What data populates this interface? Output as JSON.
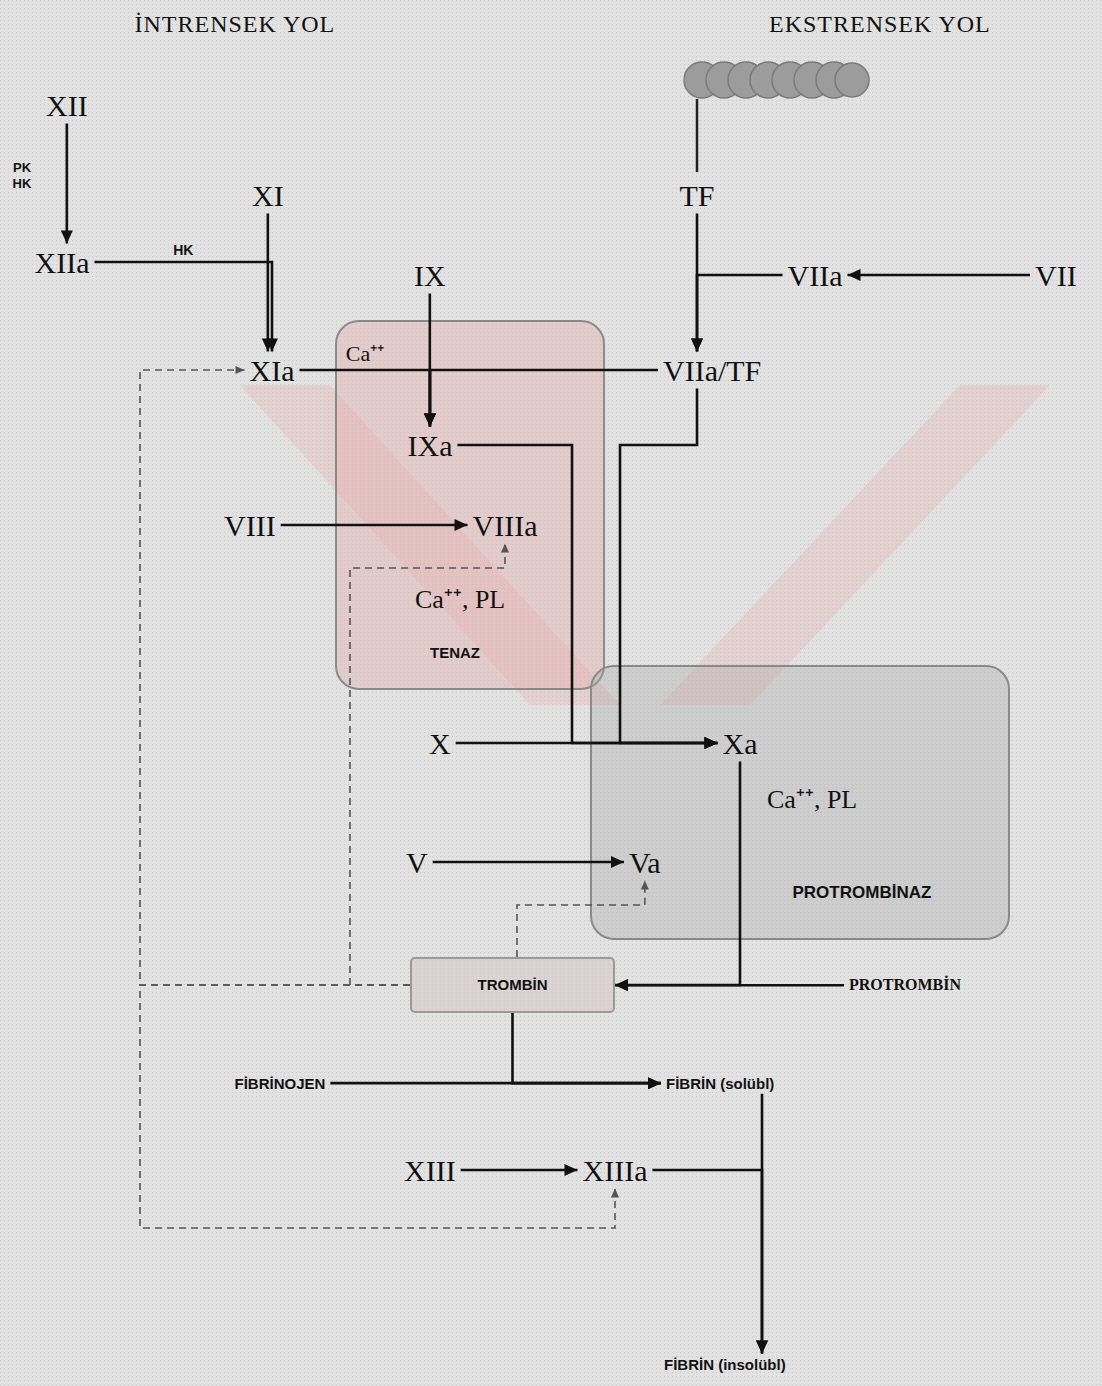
{
  "diagram": {
    "nodes": [
      {
        "text": [
          "XII"
        ]
      },
      {
        "text": [
          "XIIa"
        ]
      },
      {
        "text": [
          "XI"
        ]
      },
      {
        "text": [
          "XIa"
        ]
      },
      {
        "text": [
          "IX"
        ]
      },
      {
        "text": [
          "TF"
        ]
      },
      {
        "text": [
          "VIIa"
        ]
      },
      {
        "text": [
          "VII"
        ]
      },
      {
        "text": [
          "VIIa/TF"
        ]
      },
      {
        "text": [
          "Ca⁺⁺, PL",
          "TENAZ"
        ]
      },
      {
        "text": [
          "IXa"
        ],
        "in": 9
      },
      {
        "text": [
          "VIII"
        ]
      },
      {
        "text": [
          "VIIIa"
        ],
        "in": 9
      },
      {
        "text": [
          "Ca⁺⁺, PL",
          "PROTROMBİNAZ"
        ]
      },
      {
        "text": [
          "X"
        ]
      },
      {
        "text": [
          "Xa"
        ],
        "in": 13
      },
      {
        "text": [
          "V"
        ]
      },
      {
        "text": [
          "Va"
        ],
        "in": 13
      },
      {
        "text": [
          "TROMBİN"
        ]
      },
      {
        "text": [
          "PROTROMBİN"
        ]
      },
      {
        "text": [
          "FİBRİNOJEN"
        ]
      },
      {
        "text": [
          "FİBRİN (solübl)"
        ]
      },
      {
        "text": [
          "XIII"
        ]
      },
      {
        "text": [
          "XIIIa"
        ]
      },
      {
        "text": [
          "FİBRİN (insolübl)"
        ]
      }
    ],
    "edges": [
      {
        "from": 0,
        "to": 1,
        "arrow": "to"
      },
      {
        "from": 1,
        "to": 3,
        "label": "HK",
        "arrow": "to"
      },
      {
        "from": 2,
        "to": 3,
        "arrow": "to"
      },
      {
        "from": 3,
        "to": 10,
        "label": "Ca⁺⁺",
        "arrow": "to"
      },
      {
        "from": 4,
        "to": 10,
        "arrow": "to"
      },
      {
        "from": 5,
        "to": 8,
        "arrow": "to"
      },
      {
        "from": 6,
        "to": 8,
        "arrow": "to"
      },
      {
        "from": 7,
        "to": 6,
        "arrow": "to"
      },
      {
        "from": 8,
        "to": 10,
        "arrow": "to"
      },
      {
        "from": 11,
        "to": 12,
        "arrow": "to"
      },
      {
        "from": 10,
        "to": 15,
        "arrow": "to"
      },
      {
        "from": 8,
        "to": 15,
        "arrow": "to"
      },
      {
        "from": 14,
        "to": 15,
        "arrow": "to"
      },
      {
        "from": 16,
        "to": 17,
        "arrow": "to"
      },
      {
        "from": 15,
        "to": 18,
        "arrow": "to"
      },
      {
        "from": 19,
        "to": 18,
        "arrow": "to"
      },
      {
        "from": 18,
        "to": 21,
        "arrow": "to"
      },
      {
        "from": 20,
        "to": 21,
        "arrow": "to"
      },
      {
        "from": 21,
        "to": 24,
        "arrow": "to"
      },
      {
        "from": 22,
        "to": 23,
        "arrow": "to"
      },
      {
        "from": 23,
        "to": 24,
        "arrow": "to"
      },
      {
        "from": 18,
        "to": 3,
        "arrow": "to"
      },
      {
        "from": 18,
        "to": 12,
        "arrow": "to"
      },
      {
        "from": 18,
        "to": 17,
        "arrow": "to"
      },
      {
        "from": 18,
        "to": 23,
        "arrow": "to"
      }
    ],
    "labels": [
      "İNTRENSEK YOL",
      "EKSTRENSEK YOL",
      "PK",
      "HK"
    ]
  }
}
